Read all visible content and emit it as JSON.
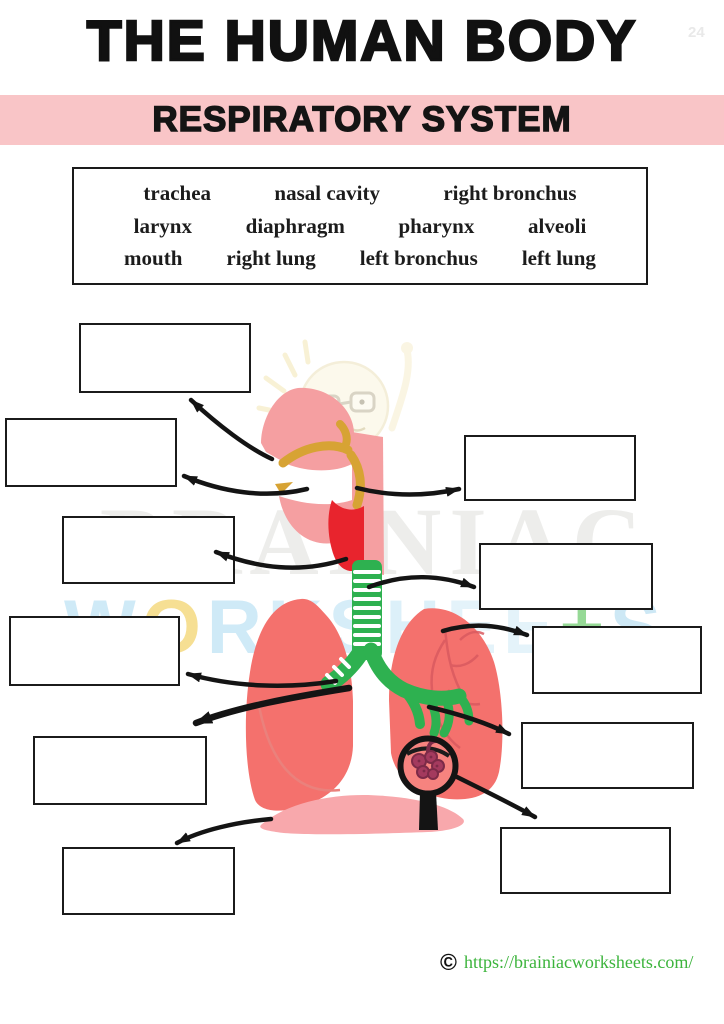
{
  "page": {
    "number": "24"
  },
  "header": {
    "title": "THE HUMAN BODY",
    "banner": "RESPIRATORY SYSTEM",
    "banner_color": "#f9c5c7"
  },
  "word_bank": {
    "rows": [
      [
        "trachea",
        "nasal cavity",
        "right bronchus"
      ],
      [
        "larynx",
        "diaphragm",
        "pharynx",
        "alveoli"
      ],
      [
        "mouth",
        "right lung",
        "left bronchus",
        "left lung"
      ]
    ]
  },
  "diagram": {
    "parts": [
      "nasal cavity",
      "mouth",
      "pharynx",
      "larynx",
      "trachea",
      "right bronchus",
      "left bronchus",
      "right lung",
      "left lung",
      "alveoli",
      "diaphragm"
    ],
    "answer_box_count": 11
  },
  "watermark": {
    "line1": "BRAINIAC",
    "line2": "WORKSHEETS",
    "line2_letters": [
      "W",
      "O",
      "R",
      "K",
      "S",
      "H",
      "E",
      "E",
      "+",
      "S"
    ]
  },
  "footer": {
    "copyright_symbol": "©",
    "url": "https://brainiacworksheets.com/",
    "url_color": "#3cb43c"
  },
  "colors": {
    "ink": "#141414",
    "lung": "#f4716d",
    "lung_line": "#d95a60",
    "trachea_green": "#2eb150",
    "larynx_red": "#e8242d",
    "head_pink": "#f59fa1",
    "gold": "#d7a334",
    "diaphragm_pink": "#f8a8ac",
    "alveoli_fill": "#a43a5e",
    "alveoli_stroke": "#7c2a48",
    "lens_fill": "#f6837f",
    "mascot_cream": "#fbf4da",
    "mascot_outline": "#eadfb4",
    "banner_pink": "#f9c5c7",
    "watermark_gray": "#ededeb",
    "footer_green": "#3cb43c"
  }
}
